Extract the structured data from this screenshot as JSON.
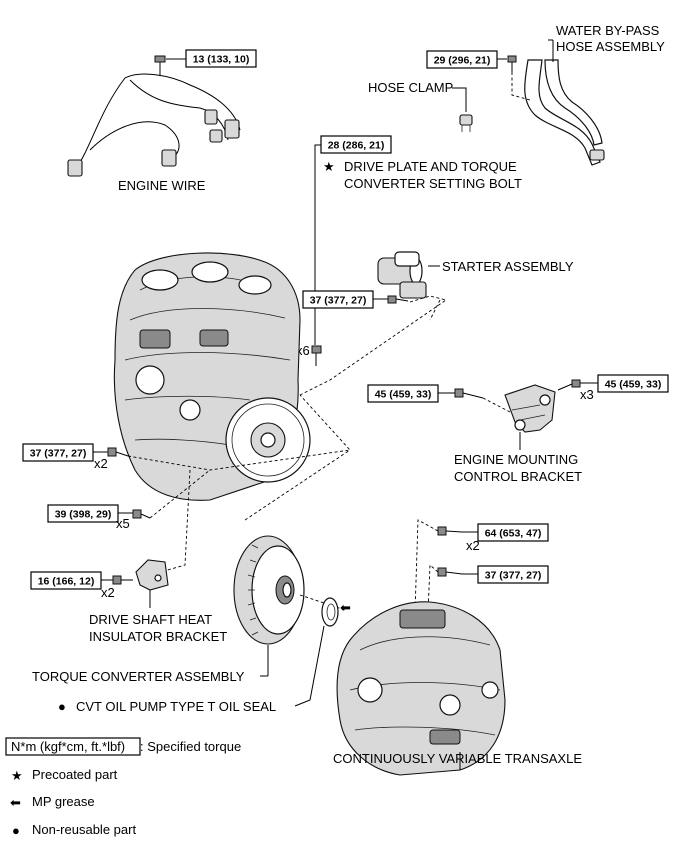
{
  "labels": {
    "engine_wire": "ENGINE WIRE",
    "water_bypass_1": "WATER BY-PASS",
    "water_bypass_2": "HOSE ASSEMBLY",
    "hose_clamp": "HOSE CLAMP",
    "drive_plate_1": "DRIVE PLATE AND TORQUE",
    "drive_plate_2": "CONVERTER SETTING BOLT",
    "starter": "STARTER ASSEMBLY",
    "engine_mount_1": "ENGINE MOUNTING",
    "engine_mount_2": "CONTROL BRACKET",
    "heat_insulator_1": "DRIVE SHAFT HEAT",
    "heat_insulator_2": "INSULATOR BRACKET",
    "torque_converter": "TORQUE CONVERTER ASSEMBLY",
    "oil_seal": "CVT OIL PUMP TYPE T OIL SEAL",
    "transaxle": "CONTINUOUSLY VARIABLE TRANSAXLE"
  },
  "torques": {
    "t_engine_wire": "13 (133, 10)",
    "t_water_bypass": "29 (296, 21)",
    "t_drive_plate": "28 (286, 21)",
    "t_starter": "37 (377, 27)",
    "t_mount_left": "45 (459, 33)",
    "t_mount_right": "45 (459, 33)",
    "t_engine_left": "37 (377, 27)",
    "t_engine_lower": "39 (398, 29)",
    "t_insulator": "16 (166, 12)",
    "t_transaxle_upper": "64 (653, 47)",
    "t_transaxle_lower": "37 (377, 27)"
  },
  "multipliers": {
    "x6": "x6",
    "x3": "x3",
    "x2_engine": "x2",
    "x5": "x5",
    "x2_insulator": "x2",
    "x2_transaxle": "x2"
  },
  "legend": {
    "torque_box": "N*m (kgf*cm, ft.*lbf)",
    "torque_desc": ": Specified torque",
    "precoated": "Precoated part",
    "mp_grease": "MP grease",
    "non_reusable": "Non-reusable part"
  }
}
